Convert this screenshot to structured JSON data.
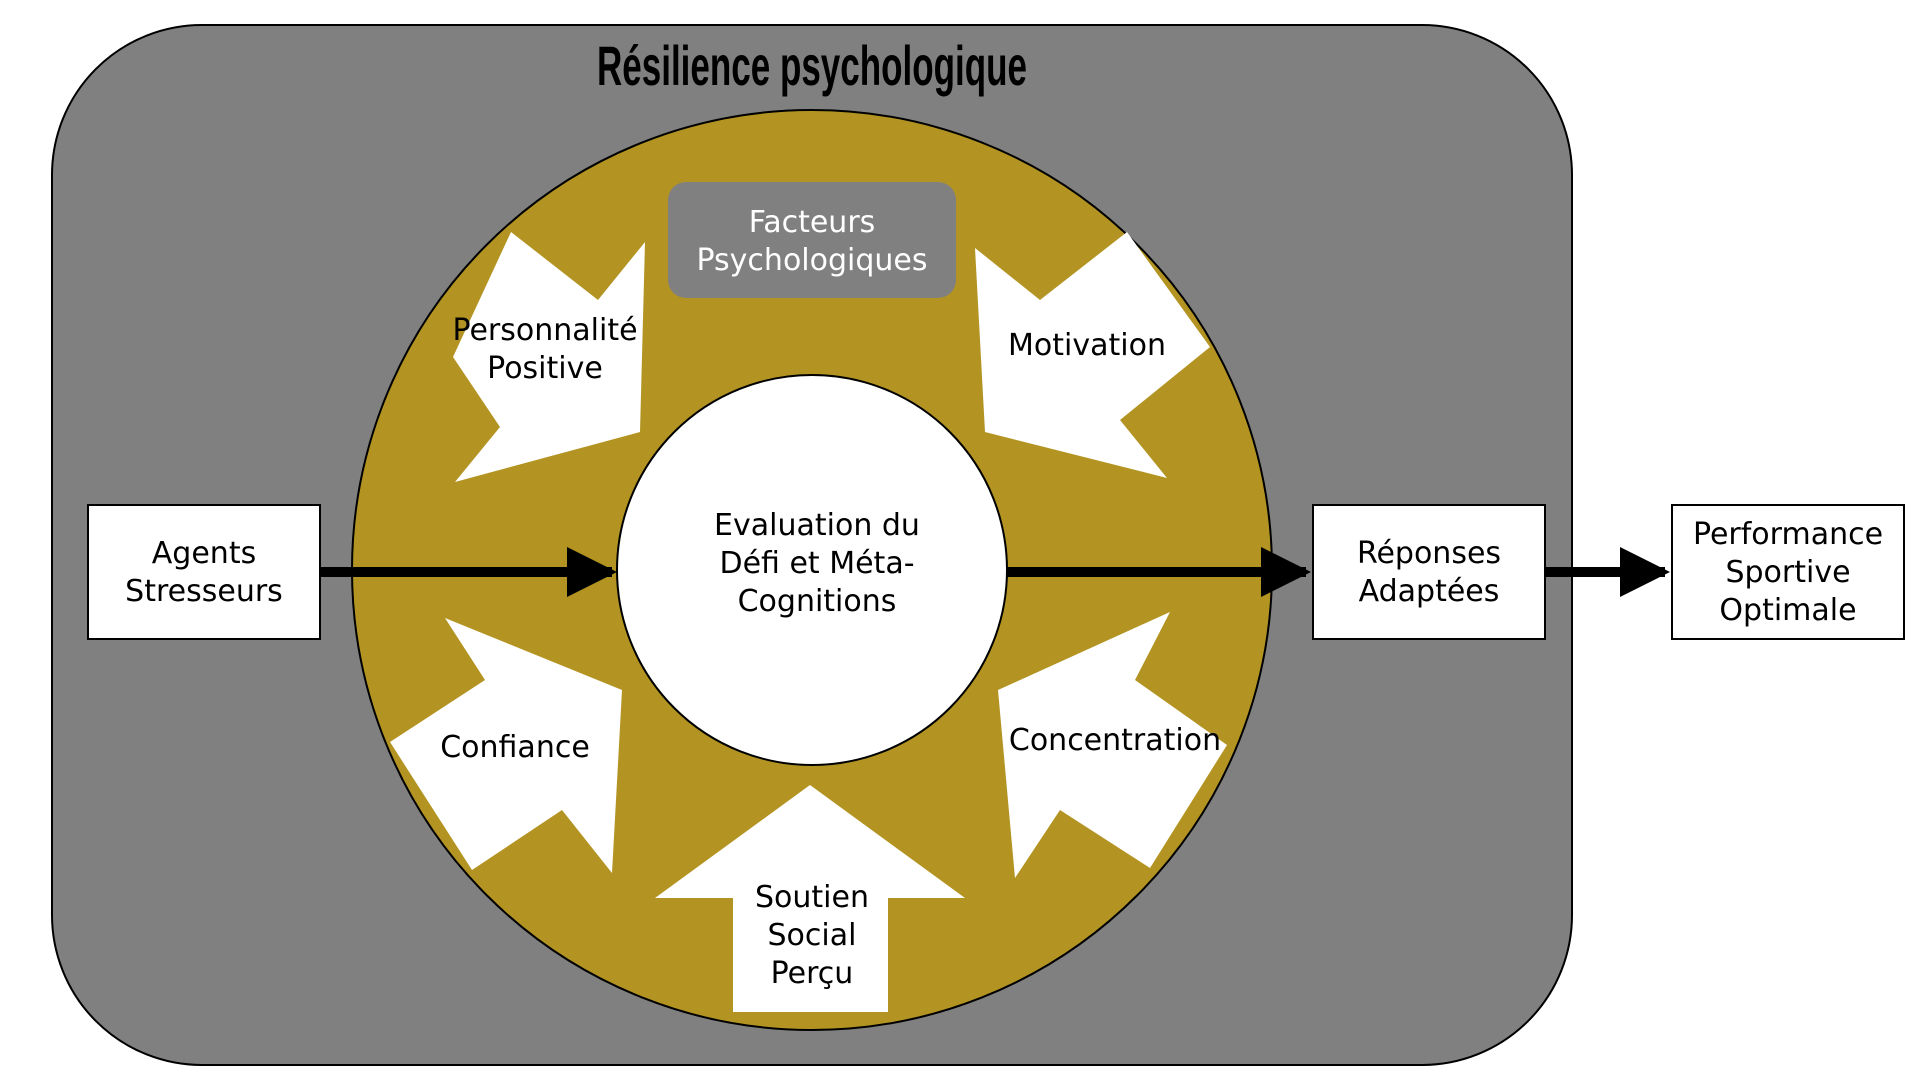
{
  "title": "Résilience psychologique",
  "core": {
    "line1": "Evaluation du",
    "line2": "Défi et Méta-",
    "line3": "Cognitions"
  },
  "header_box": {
    "line1": "Facteurs",
    "line2": "Psychologiques"
  },
  "factors": {
    "personnalite": {
      "line1": "Personnalité",
      "line2": "Positive"
    },
    "motivation": {
      "line1": "Motivation"
    },
    "confiance": {
      "line1": "Confiance"
    },
    "concentration": {
      "line1": "Concentration"
    },
    "soutien": {
      "line1": "Soutien",
      "line2": "Social",
      "line3": "Perçu"
    }
  },
  "input_box": {
    "line1": "Agents",
    "line2": "Stresseurs"
  },
  "response_box": {
    "line1": "Réponses",
    "line2": "Adaptées"
  },
  "output_box": {
    "line1": "Performance",
    "line2": "Sportive",
    "line3": "Optimale"
  },
  "colors": {
    "outer_panel": "#808080",
    "ring": "#b39422",
    "header_box": "#808080",
    "white": "#ffffff",
    "line": "#000000"
  }
}
